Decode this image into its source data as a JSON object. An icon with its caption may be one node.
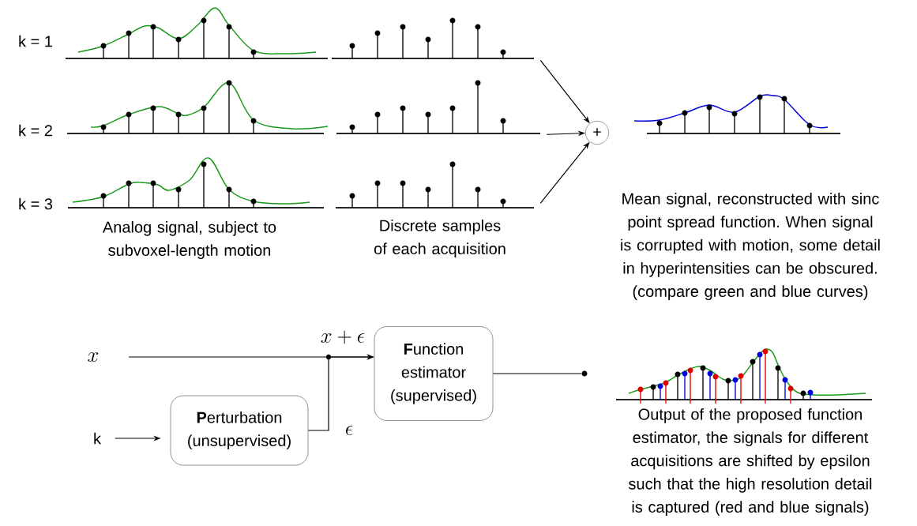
{
  "diagram": {
    "nodes": [
      {
        "text": [],
        "shape": "picture"
      },
      {
        "text": [],
        "shape": "picture"
      },
      {
        "text": [],
        "shape": "picture"
      },
      {
        "text": [
          "+"
        ]
      },
      {
        "text": [
          "x"
        ]
      },
      {
        "text": [
          "k"
        ]
      },
      {
        "text": [
          "**P**erturbation (unsupervised)"
        ]
      },
      {
        "text": [
          "**F**unction estimator (supervised)"
        ]
      },
      {
        "text": [],
        "shape": "circle"
      }
    ],
    "edges": [
      {
        "from": 0,
        "to": 3,
        "arrow": "to"
      },
      {
        "from": 1,
        "to": 3,
        "arrow": "to"
      },
      {
        "from": 2,
        "to": 3,
        "arrow": "to"
      },
      {
        "from": 4,
        "to": 7,
        "arrow": "to",
        "label": "x + \\epsilon"
      },
      {
        "from": 6,
        "to": 7,
        "arrow": "to",
        "label": "\\epsilon"
      },
      {
        "from": 5,
        "to": 6,
        "arrow": "to"
      },
      {
        "from": 7,
        "to": 8,
        "arrow": "none"
      }
    ],
    "labels": [
      "k = 1",
      "k = 2",
      "k = 3",
      "Analog signal, subject to subvoxel-length motion",
      "Discrete samples of each acquisition",
      "Mean signal, reconstructed with sinc point spread function. When signal is corrupted with motion, some detail in hyperintensities can be obscured. (compare green and blue curves)",
      "Output of the proposed function estimator, the signals for different acquisitions are shifted by epsilon such that the high resolution detail is captured (red and blue signals)"
    ]
  }
}
